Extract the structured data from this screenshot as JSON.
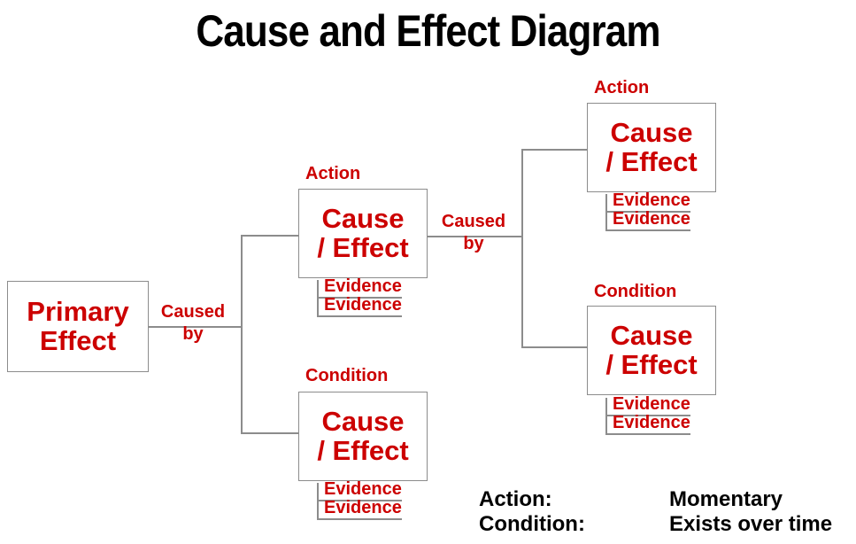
{
  "title": "Cause and Effect Diagram",
  "primary": {
    "line1": "Primary",
    "line2": "Effect"
  },
  "connector_labels": {
    "level1": {
      "top": "Caused",
      "bottom": "by"
    },
    "level2": {
      "top": "Caused",
      "bottom": "by"
    }
  },
  "nodes": [
    {
      "id": "action-1",
      "type_label": "Action",
      "line1": "Cause",
      "line2": "/ Effect",
      "evidence": [
        "Evidence",
        "Evidence"
      ]
    },
    {
      "id": "condition-1",
      "type_label": "Condition",
      "line1": "Cause",
      "line2": "/ Effect",
      "evidence": [
        "Evidence",
        "Evidence"
      ]
    },
    {
      "id": "action-2",
      "type_label": "Action",
      "line1": "Cause",
      "line2": "/ Effect",
      "evidence": [
        "Evidence",
        "Evidence"
      ]
    },
    {
      "id": "condition-2",
      "type_label": "Condition",
      "line1": "Cause",
      "line2": "/ Effect",
      "evidence": [
        "Evidence",
        "Evidence"
      ]
    }
  ],
  "legend": {
    "rows": [
      {
        "term": "Action:",
        "definition": "Momentary"
      },
      {
        "term": "Condition:",
        "definition": "Exists over time"
      }
    ]
  },
  "colors": {
    "accent_red": "#CC0000",
    "line_gray": "#8C8C8C",
    "text_black": "#000000",
    "background": "#FFFFFF"
  }
}
